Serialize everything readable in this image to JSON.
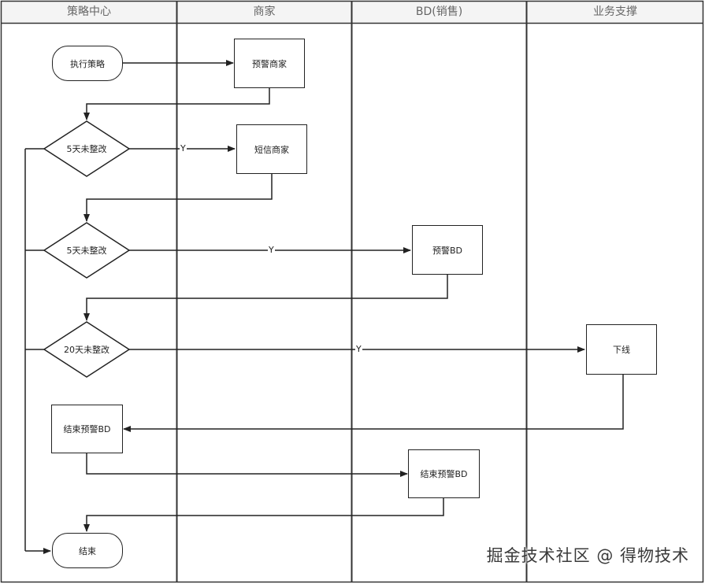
{
  "lanes": [
    {
      "title": "策略中心"
    },
    {
      "title": "商家"
    },
    {
      "title": "BD(销售)"
    },
    {
      "title": "业务支撑"
    }
  ],
  "nodes": {
    "start": "执行策略",
    "warn_merchant": "预警商家",
    "sms_merchant": "短信商家",
    "warn_bd": "预警BD",
    "offline": "下线",
    "end_warn_bd_strategy": "结束预警BD",
    "end_warn_bd_sales": "结束预警BD",
    "end": "结束"
  },
  "decisions": {
    "d1": "5天未整改",
    "d2": "5天未整改",
    "d3": "20天未整改"
  },
  "edge_labels": {
    "y1": "Y",
    "y2": "Y",
    "y3": "Y"
  },
  "watermark": "掘金技术社区 @ 得物技术"
}
